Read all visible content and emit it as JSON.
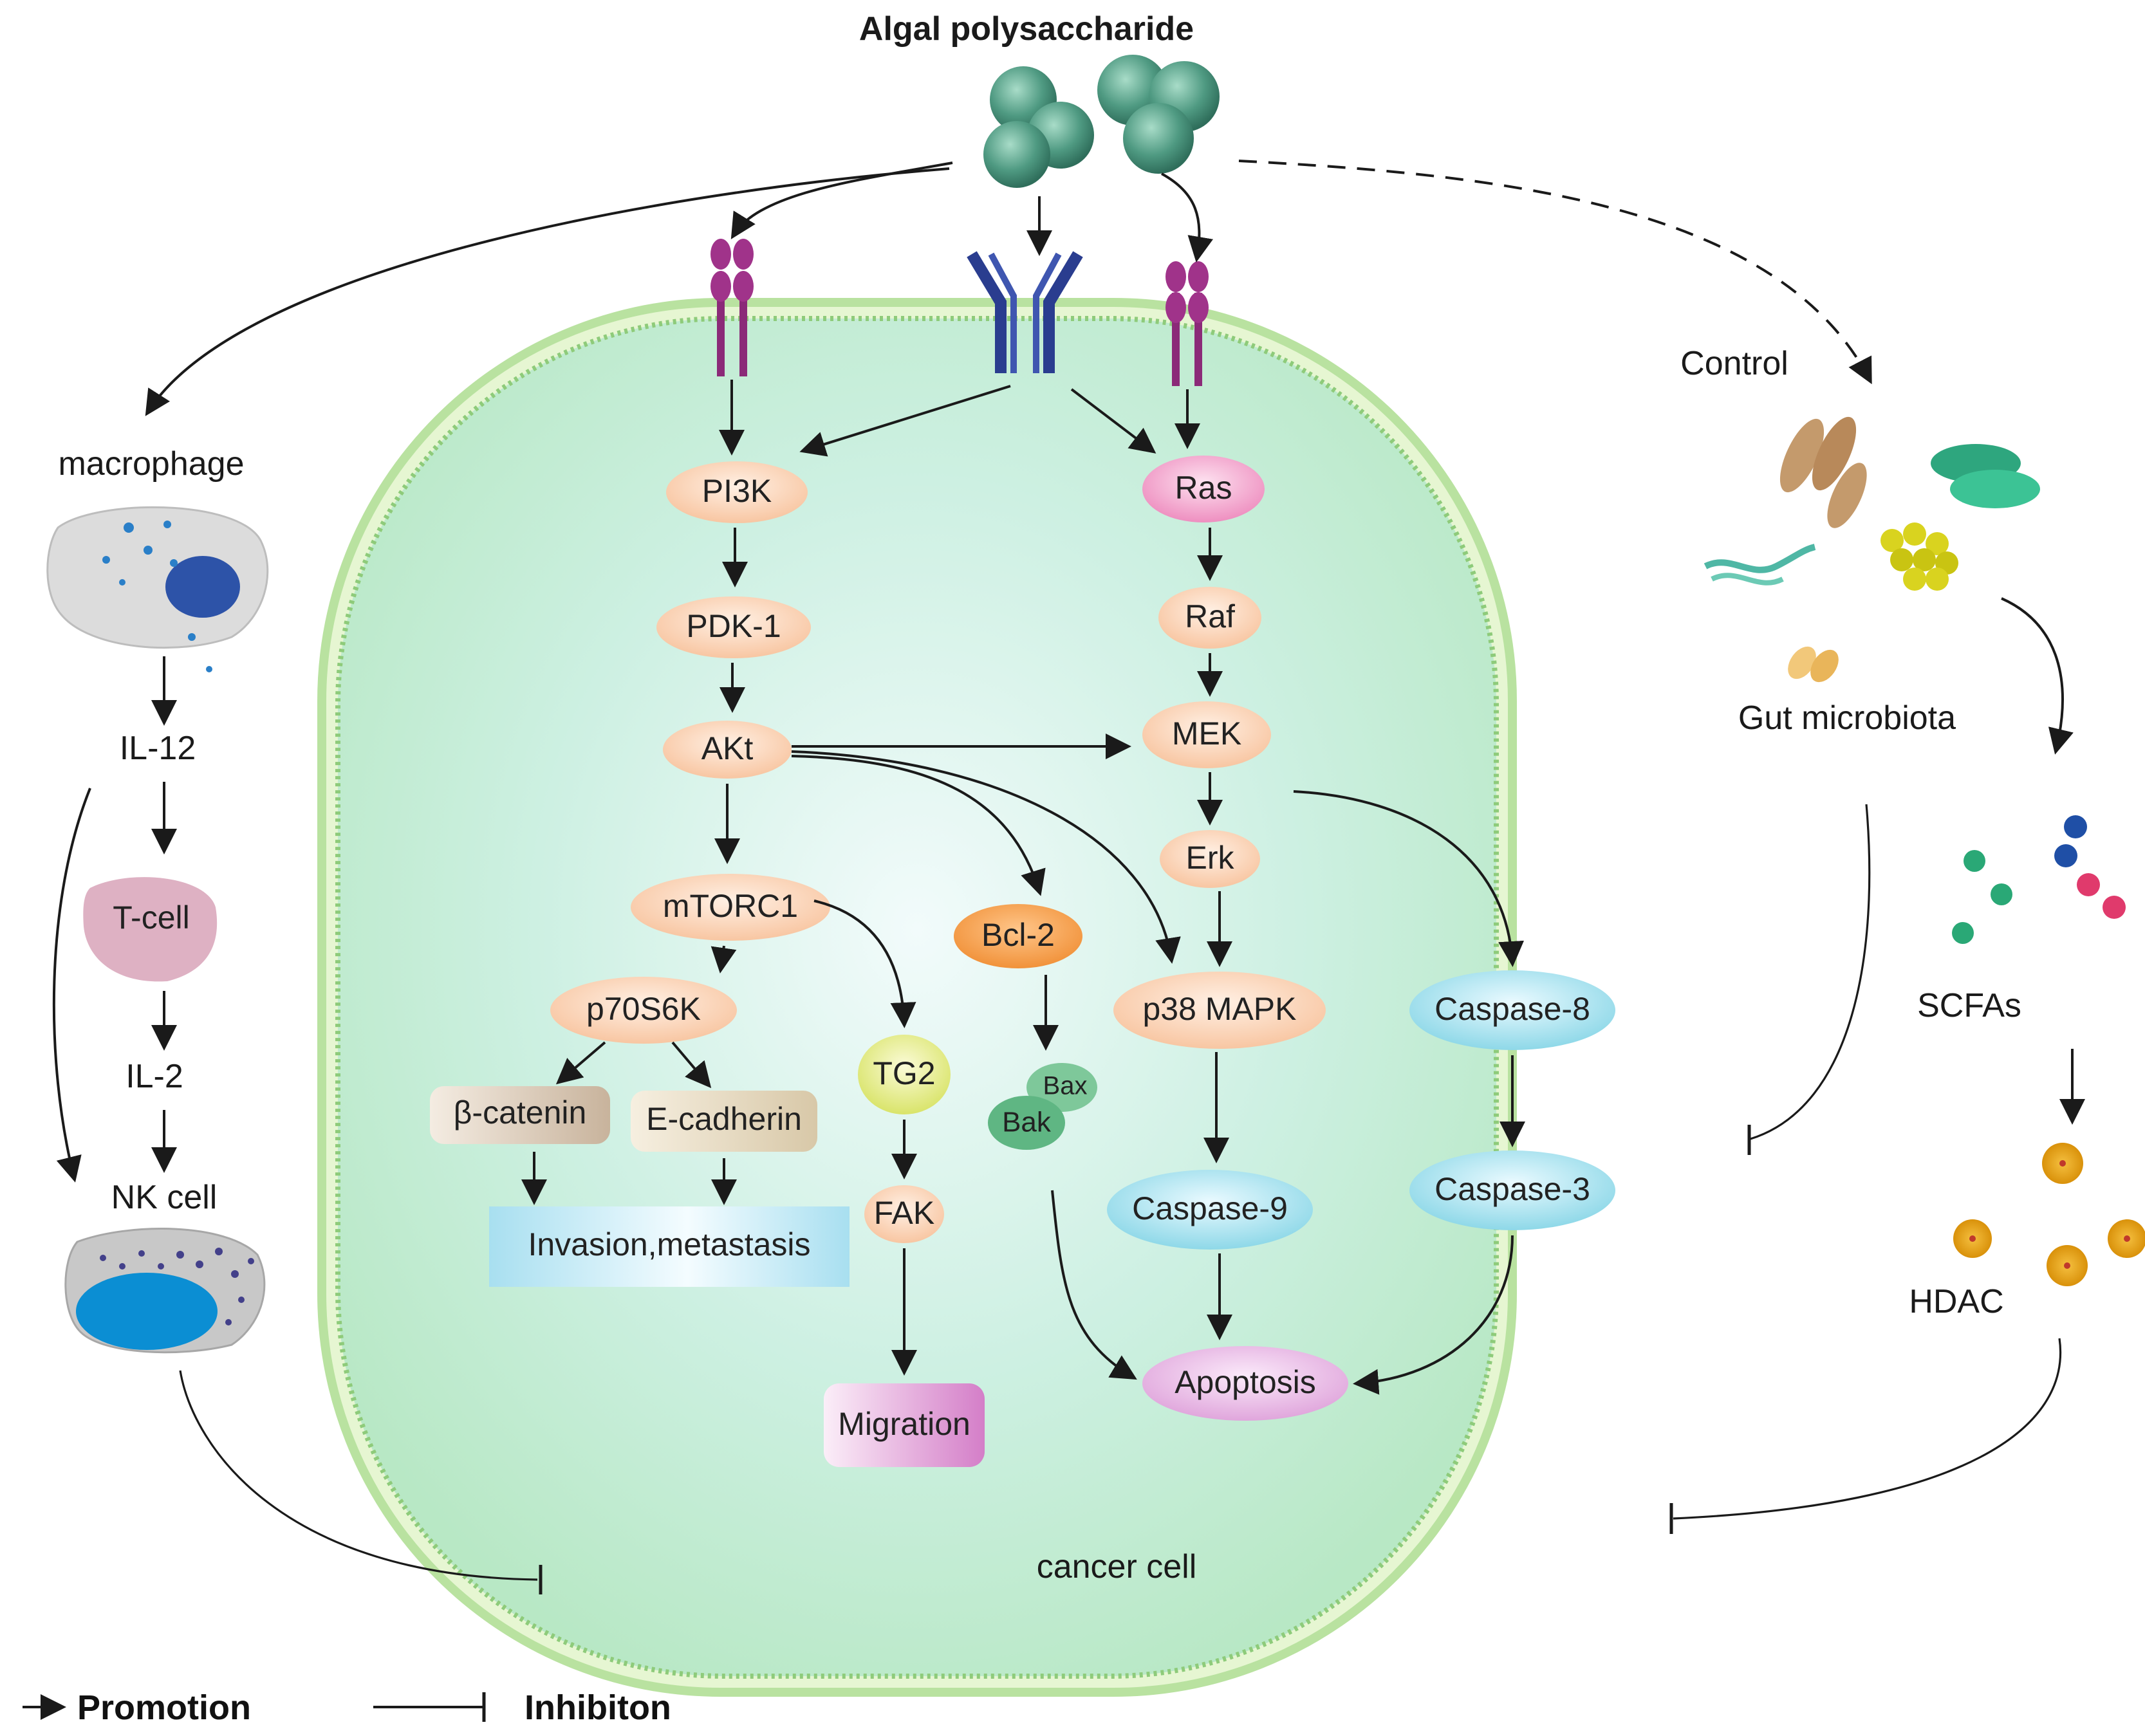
{
  "title": "Algal polysaccharide",
  "labels": {
    "macrophage": "macrophage",
    "il12": "IL-12",
    "tcell": "T-cell",
    "il2": "IL-2",
    "nkcell": "NK cell",
    "control": "Control",
    "gut_microbiota": "Gut microbiota",
    "scfas": "SCFAs",
    "hdac": "HDAC",
    "cancer_cell": "cancer cell"
  },
  "nodes": {
    "pi3k": "PI3K",
    "pdk1": "PDK-1",
    "akt": "AKt",
    "mtorc1": "mTORC1",
    "p70s6k": "p70S6K",
    "beta_catenin": "β-catenin",
    "e_cadherin": "E-cadherin",
    "invasion": "Invasion,metastasis",
    "tg2": "TG2",
    "fak": "FAK",
    "migration": "Migration",
    "bcl2": "Bcl-2",
    "bax": "Bax",
    "bak": "Bak",
    "ras": "Ras",
    "raf": "Raf",
    "mek": "MEK",
    "erk": "Erk",
    "p38": "p38 MAPK",
    "caspase8": "Caspase-8",
    "caspase9": "Caspase-9",
    "caspase3": "Caspase-3",
    "apoptosis": "Apoptosis"
  },
  "legend": {
    "promotion": "Promotion",
    "inhibition": "Inhibiton"
  },
  "colors": {
    "cell_fill": "#d6f5e6",
    "cell_border": "#9ed48a",
    "node_orange": "#fbd2b4",
    "node_pink": "#f3a6cf",
    "node_blue": "#a9e4ef",
    "node_purple": "#f0c8ec",
    "polysaccharide": "#4d9a82",
    "receptor_purple": "#8b2a78",
    "receptor_blue": "#2a3d8f"
  }
}
